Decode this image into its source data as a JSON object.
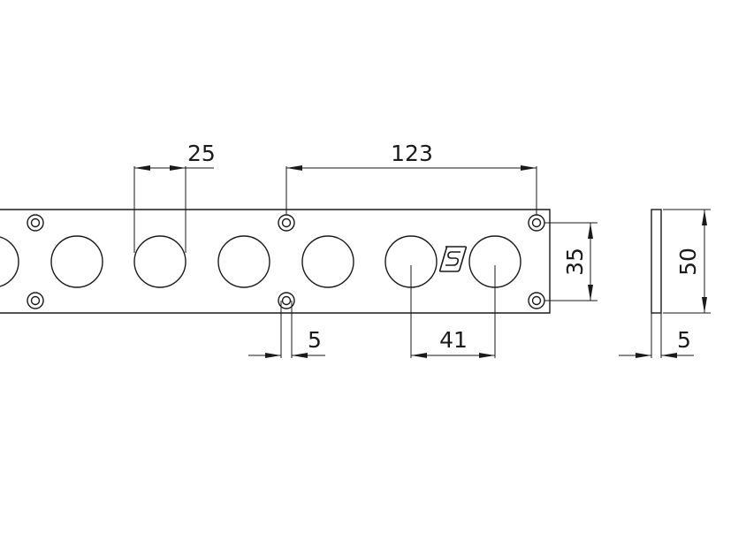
{
  "dimensions": {
    "hole_diameter": "25",
    "mount_spacing": "123",
    "hole_vertical_spacing": "35",
    "screw_offset": "5",
    "hole_pitch": "41",
    "plate_height": "50",
    "plate_thickness": "5"
  },
  "icons": {
    "logo": "brand-logo-icon"
  }
}
